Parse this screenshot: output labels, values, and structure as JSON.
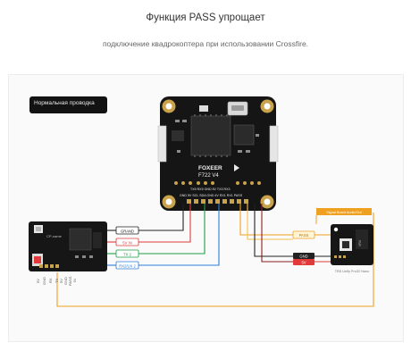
{
  "header": {
    "title": "Функция PASS упрощает",
    "subtitle": "подключение квадрокоптера при использовании Crossfire."
  },
  "legend": {
    "label": "Нормальная проводка"
  },
  "flight_controller": {
    "brand": "FOXEER",
    "model": "F722 V4",
    "top_pads_row": "TX5 RX5 GND 5V TX3 RX3",
    "bottom_pads_row": "GND 5V SCL SDA GND 4V RX1 RX1 PASS"
  },
  "left_module": {
    "label": "CP-name",
    "pins": [
      "5V",
      "GND",
      "RX",
      "TX",
      "5V",
      "GND",
      "PASS",
      "IN"
    ]
  },
  "wire_labels": {
    "left": [
      "GRAND",
      "5V IN",
      "TX 2",
      "RX2/UX 2"
    ],
    "right": [
      "PASS",
      "GND",
      "5V"
    ],
    "right_top": "Signal Board Audio/Out"
  },
  "right_module": {
    "caption": "TBS Unify Pro32 Nano",
    "side_label": "VRX"
  },
  "colors": {
    "wire_red": "#e03a3a",
    "wire_green": "#1e9e45",
    "wire_blue": "#2f7dd8",
    "wire_orange": "#f0a020",
    "wire_black": "#222222",
    "wire_dark_red": "#8a1f1f"
  }
}
